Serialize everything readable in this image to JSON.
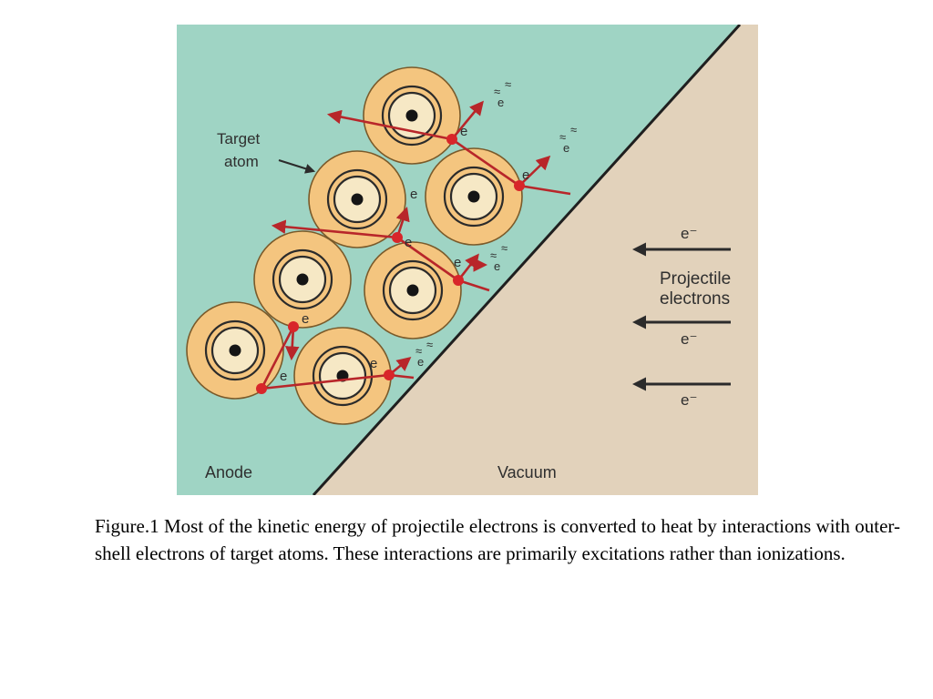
{
  "diagram": {
    "labels": {
      "target_atom_line1": "Target",
      "target_atom_line2": "atom",
      "projectile_line1": "Projectile",
      "projectile_line2": "electrons",
      "anode": "Anode",
      "vacuum": "Vacuum",
      "electron": "e",
      "electron_incoming": "e⁻",
      "heat": "≈"
    },
    "colors": {
      "anode_bg": "#9fd4c4",
      "vacuum_bg": "#e2d2bb",
      "atom_outer": "#f4c57f",
      "atom_ring": "#f6e8c5",
      "electron": "#d8262a",
      "arrow": "#b8262a"
    }
  },
  "caption": {
    "text": "Figure.1 Most of the kinetic energy of projectile electrons is converted to heat by interactions with outer-shell electrons of target atoms. These interactions are primarily excitations rather than ionizations."
  }
}
